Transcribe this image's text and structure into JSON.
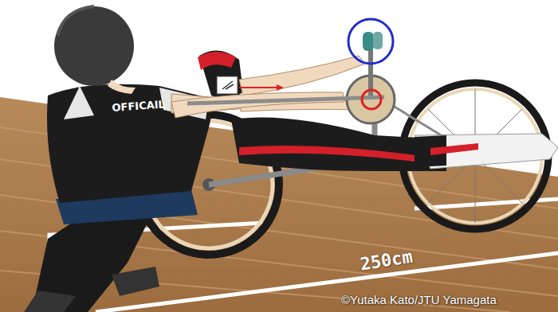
{
  "diagram": {
    "labels": [
      "OFFICAIL",
      "250cm",
      "©Yutaka Kato/JTU Yamagata"
    ]
  }
}
